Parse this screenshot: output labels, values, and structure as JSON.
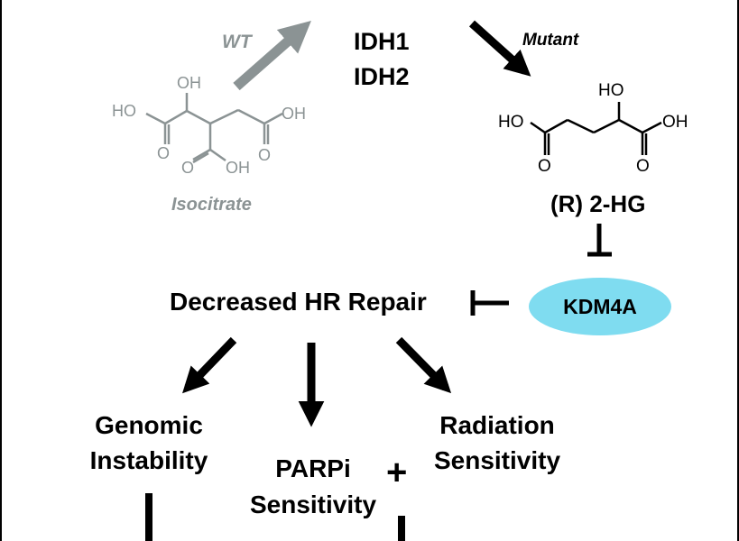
{
  "enzymes": {
    "line1": "IDH1",
    "line2": "IDH2"
  },
  "wt_label": "WT",
  "mutant_label": "Mutant",
  "isocitrate": {
    "name": "Isocitrate",
    "oh": "OH",
    "ho": "HO",
    "oh_right": "OH",
    "o1": "O",
    "o2": "O",
    "o3": "O",
    "oh_bottom": "OH"
  },
  "hg2": {
    "name": "(R) 2-HG",
    "ho_top": "HO",
    "ho_left": "HO",
    "oh_right": "OH",
    "o1": "O",
    "o2": "O"
  },
  "kdm4a": {
    "label": "KDM4A",
    "color": "#7fdcf0"
  },
  "hr_repair": "Decreased HR Repair",
  "outcomes": {
    "genomic": {
      "line1": "Genomic",
      "line2": "Instability"
    },
    "parpi": {
      "line1": "PARPi",
      "line2": "Sensitivity"
    },
    "radiation": {
      "line1": "Radiation",
      "line2": "Sensitivity"
    },
    "plus": "+"
  }
}
